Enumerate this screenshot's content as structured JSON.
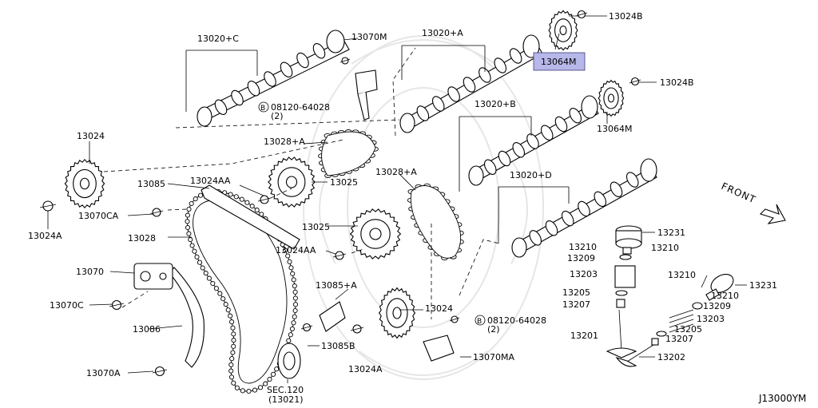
{
  "diagram_id": "J13000YM",
  "front_label": "FRONT",
  "labels": {
    "l_13020C": "13020+C",
    "l_13070M": "13070M",
    "l_13020A": "13020+A",
    "l_13024B_top": "13024B",
    "l_13064M_top": "13064M",
    "l_13024B_mid": "13024B",
    "l_bolt_top": "08120-64028",
    "l_bolt_top_qty": "(2)",
    "l_13020B": "13020+B",
    "l_13064M_mid": "13064M",
    "l_13028A_top": "13028+A",
    "l_13024": "13024",
    "l_13085": "13085",
    "l_13024AA_top": "13024AA",
    "l_13025_top": "13025",
    "l_13028A_mid": "13028+A",
    "l_13020D": "13020+D",
    "l_13070CA": "13070CA",
    "l_13024A": "13024A",
    "l_13028": "13028",
    "l_13025_mid": "13025",
    "l_13231_top": "13231",
    "l_13210_a": "13210",
    "l_13210_b": "13210",
    "l_13209_a": "13209",
    "l_13024AA_mid": "13024AA",
    "l_13070": "13070",
    "l_13203_a": "13203",
    "l_13085A": "13085+A",
    "l_13210_c": "13210",
    "l_13231_bot": "13231",
    "l_13205_a": "13205",
    "l_13210_d": "13210",
    "l_13207_a": "13207",
    "l_13209_b": "13209",
    "l_13070C": "13070C",
    "l_13024_bot": "13024",
    "l_bolt_bot": "08120-64028",
    "l_bolt_bot_qty": "(2)",
    "l_13203_b": "13203",
    "l_13086": "13086",
    "l_13085B": "13085B",
    "l_13205_b": "13205",
    "l_13201": "13201",
    "l_13207_b": "13207",
    "l_13070MA": "13070MA",
    "l_13024A_bot": "13024A",
    "l_13070A": "13070A",
    "l_13202": "13202",
    "l_sec": "SEC.120",
    "l_sec_sub": "(13021)"
  },
  "colors": {
    "highlight": "#b7b7ea",
    "line": "#000000"
  }
}
